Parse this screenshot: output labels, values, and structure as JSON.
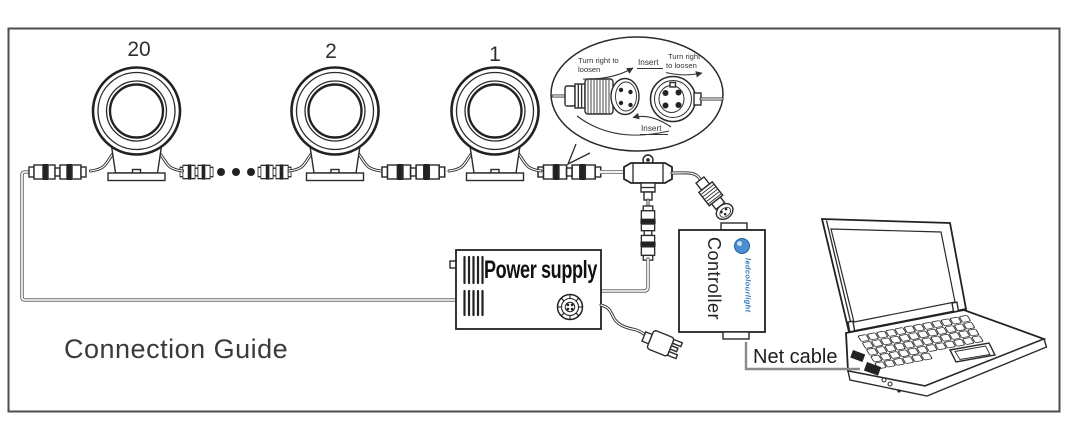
{
  "caption": "Connection Guide",
  "lights": [
    {
      "label": "20"
    },
    {
      "label": "2"
    },
    {
      "label": "1"
    }
  ],
  "callout": {
    "left_note_line1": "Turn right to",
    "left_note_line2": "loosen",
    "insert_top": "Insert",
    "right_note_line1": "Turn right",
    "right_note_line2": "to loosen",
    "insert_bottom": "Insert"
  },
  "power_supply": {
    "label": "Power supply"
  },
  "controller": {
    "label": "Controller",
    "brand": "ledcolourlight"
  },
  "net_cable": {
    "label": "Net cable"
  },
  "icons": {
    "fan": "fan-icon",
    "globe": "globe-logo-icon",
    "plug": "power-plug-icon",
    "screw": "screw-icon"
  },
  "colors": {
    "line": "#2b2b2b",
    "cable_gray": "#8a8a8a",
    "brand_blue": "#2e75b6",
    "logo_blue": "#4a90d2",
    "frame": "#4d4d4d"
  }
}
